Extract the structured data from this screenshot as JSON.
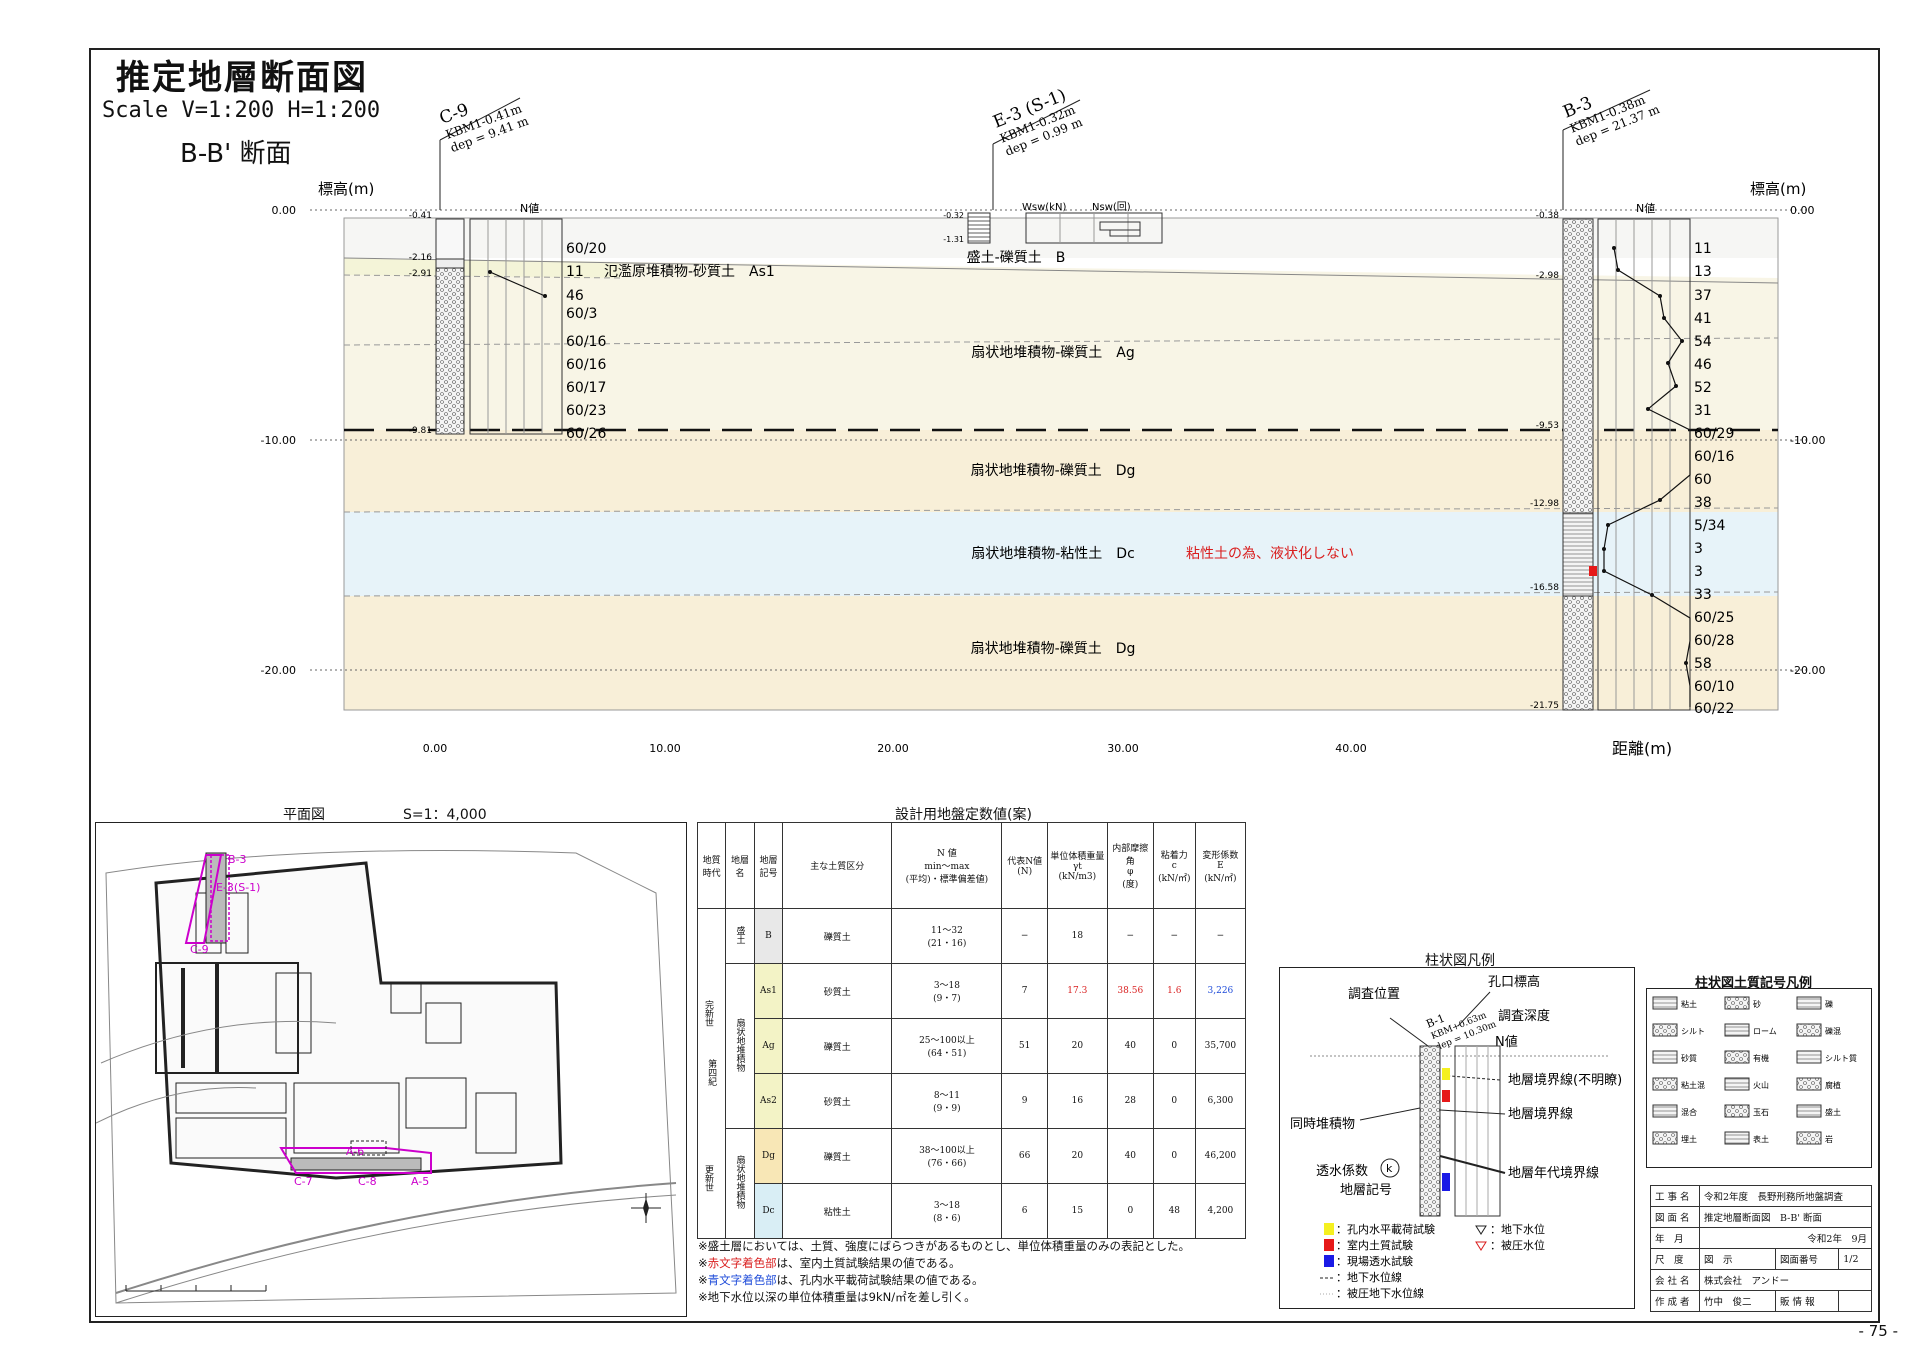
{
  "header": {
    "title": "推定地層断面図",
    "scale": "Scale V=1:200  H=1:200",
    "section_name": "B-B' 断面"
  },
  "axes": {
    "left_title": "標高(m)",
    "right_title": "標高(m)",
    "distance_title": "距離(m)",
    "y_ticks": [
      "0.00",
      "-10.00",
      "-20.00"
    ],
    "x_ticks": [
      "0.00",
      "10.00",
      "20.00",
      "30.00",
      "40.00"
    ]
  },
  "boreholes": [
    {
      "id": "C-9",
      "kbm": "KBM1-0.41m",
      "dep": "dep = 9.41 m",
      "top": "-0.41",
      "levels": [
        "-2.16",
        "-2.91",
        "-9.81"
      ],
      "n_label": "N値",
      "n_values": [
        "60/20",
        "11",
        "46",
        "60/3",
        "60/16",
        "60/16",
        "60/17",
        "60/23",
        "60/26"
      ]
    },
    {
      "id": "E-3 (S-1)",
      "kbm": "KBM1-0.32m",
      "dep": "dep = 0.99 m",
      "levels": [
        "-0.32",
        "-1.31"
      ],
      "wsw_label": "Wsw(kN)",
      "nsw_label": "Nsw(回)"
    },
    {
      "id": "B-3",
      "kbm": "KBM1-0.38m",
      "dep": "dep = 21.37 m",
      "top": "-0.38",
      "levels": [
        "-2.98",
        "-9.53",
        "-12.98",
        "-16.58",
        "-21.75"
      ],
      "n_label": "N値",
      "n_values": [
        "11",
        "13",
        "37",
        "41",
        "54",
        "46",
        "52",
        "31",
        "60/29",
        "60/16",
        "60",
        "38",
        "5/34",
        "3",
        "3",
        "33",
        "60/25",
        "60/28",
        "58",
        "60/10",
        "60/22"
      ]
    }
  ],
  "layers": {
    "B": "盛土-礫質土　B",
    "As1": "氾濫原堆積物-砂質土　As1",
    "Ag": "扇状地堆積物-礫質土　Ag",
    "Dg1": "扇状地堆積物-礫質土　Dg",
    "Dc": "扇状地堆積物-粘性土　Dc",
    "Dc_note": "粘性土の為、液状化しない",
    "Dg2": "扇状地堆積物-礫質土　Dg"
  },
  "plan": {
    "title": "平面図",
    "scale": "S=1：4,000",
    "labels": [
      "B-3",
      "E-3(S-1)",
      "C-9",
      "A-6",
      "C-7",
      "C-8",
      "A-5"
    ]
  },
  "params_table": {
    "title": "設計用地盤定数値(案)",
    "headers": [
      "地質時代",
      "地層名",
      "地層記号",
      "主な土質区分",
      "N 値",
      "代表N値",
      "単位体積重量",
      "内部摩擦角",
      "粘着力",
      "変形係数"
    ],
    "header_sub": [
      "min〜max",
      "(平均)・標準偏差値)",
      "(N)",
      "γt",
      "(kN/m3)",
      "φ",
      "(度)",
      "c",
      "(kN/㎡)",
      "E",
      "(kN/㎡)"
    ],
    "era": "第四紀",
    "epoch1": "完新世",
    "epoch2": "更新世",
    "formation1": "盛土",
    "formation2": "扇状地堆積物",
    "formation3": "扇状地堆積物",
    "rows": [
      {
        "code": "B",
        "soil": "礫質土",
        "n_range": "11〜32",
        "n_avg": "(21・16)",
        "rep_n": "−",
        "gamma": "18",
        "phi": "−",
        "c": "−",
        "e": "−",
        "bg": "#e8e8e8"
      },
      {
        "code": "As1",
        "soil": "砂質土",
        "n_range": "3〜18",
        "n_avg": "(9・7)",
        "rep_n": "7",
        "gamma": "17.3",
        "phi": "38.56",
        "c": "1.6",
        "e": "3,226",
        "bg": "#f3f3c6"
      },
      {
        "code": "Ag",
        "soil": "礫質土",
        "n_range": "25〜100以上",
        "n_avg": "(64・51)",
        "rep_n": "51",
        "gamma": "20",
        "phi": "40",
        "c": "0",
        "e": "35,700",
        "bg": "#f3f3c6"
      },
      {
        "code": "As2",
        "soil": "砂質土",
        "n_range": "8〜11",
        "n_avg": "(9・9)",
        "rep_n": "9",
        "gamma": "16",
        "phi": "28",
        "c": "0",
        "e": "6,300",
        "bg": "#f3f3c6"
      },
      {
        "code": "Dg",
        "soil": "礫質土",
        "n_range": "38〜100以上",
        "n_avg": "(76・66)",
        "rep_n": "66",
        "gamma": "20",
        "phi": "40",
        "c": "0",
        "e": "46,200",
        "bg": "#f8e7b6"
      },
      {
        "code": "Dc",
        "soil": "粘性土",
        "n_range": "3〜18",
        "n_avg": "(8・6)",
        "rep_n": "6",
        "gamma": "15",
        "phi": "0",
        "c": "48",
        "e": "4,200",
        "bg": "#d9eef5"
      }
    ]
  },
  "notes": {
    "n1": "※盛土層においては、土質、強度にばらつきがあるものとし、単位体積重量のみの表記とした。",
    "n2_pre": "※",
    "n2_red": "赤文字着色部",
    "n2_post": "は、室内土質試験結果の値である。",
    "n3_pre": "※",
    "n3_blue": "青文字着色部",
    "n3_post": "は、孔内水平載荷試験結果の値である。",
    "n4": "※地下水位以深の単位体積重量は9kN/㎡を差し引く。"
  },
  "legend_column": {
    "title": "柱状図凡例",
    "survey_position": "調査位置",
    "hole_elevation": "孔口標高",
    "survey_depth": "調査深度",
    "n_value": "N値",
    "boundary_unclear": "地層境界線(不明瞭)",
    "boundary": "地層境界線",
    "contemporaneous": "同時堆積物",
    "permeability": "透水係数",
    "layer_symbol": "地層記号",
    "age_boundary": "地層年代境界線",
    "sample_id": "B-1",
    "sample_kbm": "KBM+0.63m",
    "sample_dep": "dep = 10.30m",
    "k_symbol": "k",
    "items": [
      {
        "label": "：孔内水平載荷試験",
        "color": "#f5f020"
      },
      {
        "label": "：室内土質試験",
        "color": "#e61919"
      },
      {
        "label": "：現場透水試験",
        "color": "#1a1ae6"
      },
      {
        "label": "：地下水位線",
        "color": ""
      },
      {
        "label": "：被圧地下水位線",
        "color": ""
      }
    ],
    "gw_level": "：地下水位",
    "gw_confined": "：被圧水位"
  },
  "legend_soil": {
    "title": "柱状図土質記号凡例",
    "items": [
      "粘土",
      "砂",
      "礫",
      "シルト",
      "ローム",
      "礫混",
      "砂質",
      "有機",
      "シルト質",
      "粘土混",
      "火山",
      "腐植",
      "混合",
      "玉石",
      "盛土",
      "埋土",
      "表土",
      "岩"
    ]
  },
  "title_block": {
    "rows": [
      [
        "工 事 名",
        "令和2年度　長野刑務所地盤調査"
      ],
      [
        "図 面 名",
        "推定地層断面図　B-B' 断面"
      ],
      [
        "年　月",
        "令和2年　9月"
      ],
      [
        "尺　度",
        "図　示",
        "図面番号",
        "1/2"
      ],
      [
        "会 社 名",
        "株式会社　アンドー"
      ],
      [
        "作 成 者",
        "竹中　俊二",
        "販 情 報",
        ""
      ]
    ]
  },
  "page_number": "- 75 -"
}
